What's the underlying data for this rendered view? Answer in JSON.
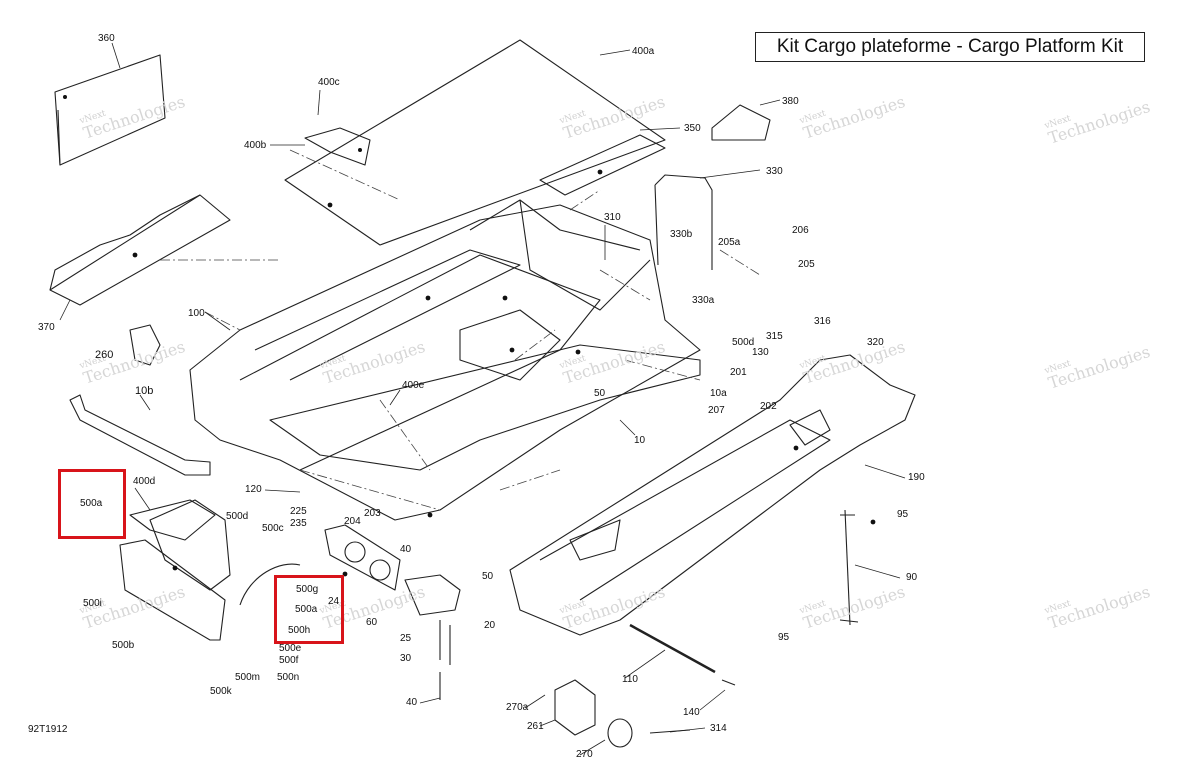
{
  "title": "Kit Cargo plateforme - Cargo Platform Kit",
  "figure_id": "92T1912",
  "watermark": {
    "line1": "vNext",
    "line2": "Technologies"
  },
  "highlight_boxes": [
    {
      "id": "box-500a",
      "labels": [
        "500a"
      ]
    },
    {
      "id": "box-500g-group",
      "labels": [
        "500g",
        "500a",
        "500h"
      ]
    }
  ],
  "callouts": [
    "360",
    "400a",
    "400c",
    "400b",
    "380",
    "350",
    "330",
    "310",
    "330b",
    "205a",
    "206",
    "205",
    "330a",
    "370",
    "100",
    "260",
    "10b",
    "400e",
    "500d",
    "130",
    "315",
    "316",
    "320",
    "201",
    "10a",
    "50",
    "207",
    "202",
    "10",
    "190",
    "400d",
    "500d",
    "120",
    "500c",
    "225",
    "235",
    "204",
    "203",
    "95",
    "40",
    "50",
    "24",
    "60",
    "500i",
    "500b",
    "25",
    "20",
    "30",
    "500e",
    "500f",
    "500k",
    "500m",
    "500n",
    "90",
    "95",
    "110",
    "140",
    "270a",
    "261",
    "270",
    "314",
    "40"
  ]
}
